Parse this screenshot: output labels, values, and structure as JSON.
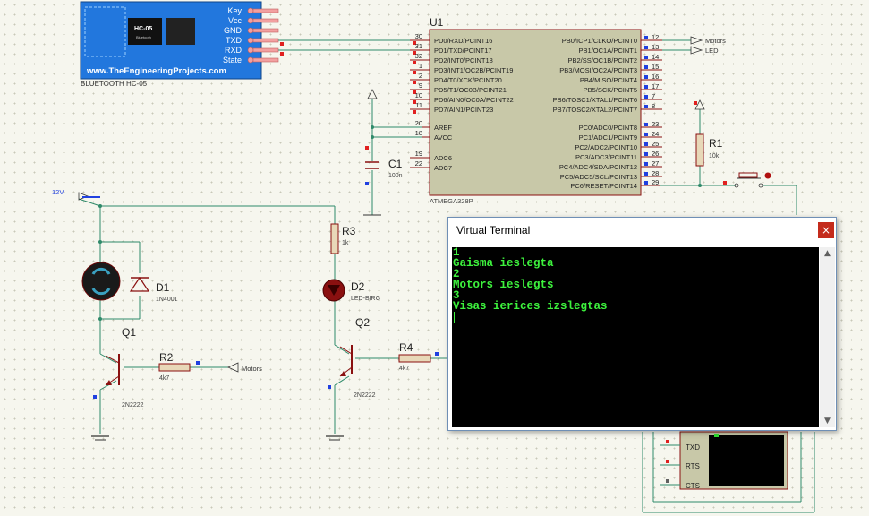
{
  "bluetooth": {
    "pins": [
      "Key",
      "Vcc",
      "GND",
      "TXD",
      "RXD",
      "State"
    ],
    "chip_label": "HC-05",
    "chip_sub": "Bluetooth",
    "website": "www.TheEngineeringProjects.com",
    "caption": "BLUETOOTH HC-05"
  },
  "mcu": {
    "ref": "U1",
    "part": "ATMEGA328P",
    "left_pins": [
      {
        "num": "30",
        "name": "PD0/RXD/PCINT16"
      },
      {
        "num": "31",
        "name": "PD1/TXD/PCINT17"
      },
      {
        "num": "32",
        "name": "PD2/INT0/PCINT18"
      },
      {
        "num": "1",
        "name": "PD3/INT1/OC2B/PCINT19"
      },
      {
        "num": "2",
        "name": "PD4/T0/XCK/PCINT20"
      },
      {
        "num": "9",
        "name": "PD5/T1/OC0B/PCINT21"
      },
      {
        "num": "10",
        "name": "PD6/AIN0/OC0A/PCINT22"
      },
      {
        "num": "11",
        "name": "PD7/AIN1/PCINT23"
      },
      {
        "num": "20",
        "name": "AREF"
      },
      {
        "num": "18",
        "name": "AVCC"
      },
      {
        "num": "19",
        "name": "ADC6"
      },
      {
        "num": "22",
        "name": "ADC7"
      }
    ],
    "right_pins": [
      {
        "num": "12",
        "name": "PB0/ICP1/CLKO/PCINT0"
      },
      {
        "num": "13",
        "name": "PB1/OC1A/PCINT1"
      },
      {
        "num": "14",
        "name": "PB2/SS/OC1B/PCINT2"
      },
      {
        "num": "15",
        "name": "PB3/MOSI/OC2A/PCINT3"
      },
      {
        "num": "16",
        "name": "PB4/MISO/PCINT4"
      },
      {
        "num": "17",
        "name": "PB5/SCK/PCINT5"
      },
      {
        "num": "7",
        "name": "PB6/TOSC1/XTAL1/PCINT6"
      },
      {
        "num": "8",
        "name": "PB7/TOSC2/XTAL2/PCINT7"
      },
      {
        "num": "23",
        "name": "PC0/ADC0/PCINT8"
      },
      {
        "num": "24",
        "name": "PC1/ADC1/PCINT9"
      },
      {
        "num": "25",
        "name": "PC2/ADC2/PCINT10"
      },
      {
        "num": "26",
        "name": "PC3/ADC3/PCINT11"
      },
      {
        "num": "27",
        "name": "PC4/ADC4/SDA/PCINT12"
      },
      {
        "num": "28",
        "name": "PC5/ADC5/SCL/PCINT13"
      },
      {
        "num": "29",
        "name": "PC6/RESET/PCINT14"
      }
    ]
  },
  "net_labels": {
    "motors_top": "Motors",
    "led_top": "LED",
    "motors_bottom": "Motors",
    "supply": "12V"
  },
  "components": {
    "c1_ref": "C1",
    "c1_val": "100n",
    "r1_ref": "R1",
    "r1_val": "10k",
    "r2_ref": "R2",
    "r2_val": "4k7",
    "r3_ref": "R3",
    "r3_val": "1k",
    "r4_ref": "R4",
    "r4_val": "4k7",
    "d1_ref": "D1",
    "d1_val": "1N4001",
    "d2_ref": "D2",
    "d2_val": "LED-BIRG",
    "q1_ref": "Q1",
    "q1_val": "2N2222",
    "q2_ref": "Q2",
    "q2_val": "2N2222"
  },
  "terminal_pins": [
    "TXD",
    "RTS",
    "CTS"
  ],
  "virtual_terminal": {
    "title": "Virtual Terminal",
    "close_label": "×",
    "lines": [
      "1",
      "Gaisma ieslegta",
      "2",
      "Motors ieslegts",
      "3",
      "Visas ierices izslegtas"
    ]
  },
  "colors": {
    "wire": "#2f8a6a",
    "component_outline": "#8a1010",
    "ic_fill": "#c8c8a8",
    "bluetooth_fill": "#2277dd",
    "terminal_text": "#3df23d"
  }
}
